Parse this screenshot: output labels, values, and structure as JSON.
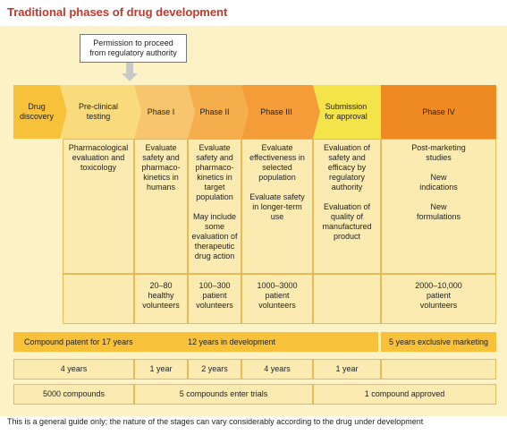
{
  "title": "Traditional phases of drug development",
  "permission": "Permission to proceed\nfrom regulatory authority",
  "stages": [
    {
      "label": "Drug\ndiscovery",
      "color": "#f7c13a"
    },
    {
      "label": "Pre-clinical\ntesting",
      "color": "#f9db7c"
    },
    {
      "label": "Phase I",
      "color": "#f8c56f"
    },
    {
      "label": "Phase II",
      "color": "#f6ae4d"
    },
    {
      "label": "Phase III",
      "color": "#f39c38"
    },
    {
      "label": "Submission\nfor approval",
      "color": "#f5e34a"
    },
    {
      "label": "Phase IV",
      "color": "#ef8a22"
    }
  ],
  "descriptions": [
    "Pharmacological\nevaluation and\ntoxicology",
    "Evaluate\nsafety and\npharmaco-\nkinetics in\nhumans",
    "Evaluate\nsafety and\npharmaco-\nkinetics in\ntarget\npopulation\n\nMay include\nsome\nevaluation of\ntherapeutic\ndrug action",
    "Evaluate\neffectiveness in\nselected\npopulation\n\nEvaluate safety\nin longer-term\nuse",
    "Evaluation of\nsafety and\nefficacy by\nregulatory\nauthority\n\nEvaluation of\nquality of\nmanufactured\nproduct",
    "Post-marketing\nstudies\n\nNew\nindications\n\nNew\nformulations"
  ],
  "volunteers": [
    "20–80\nhealthy\nvolunteers",
    "100–300\npatient\nvolunteers",
    "1000–3000\npatient\nvolunteers",
    "2000–10,000\npatient\nvolunteers"
  ],
  "bars": {
    "patent": "Compound patent for 17 years",
    "development": "12 years in development",
    "marketing": "5 years exclusive marketing"
  },
  "durations": [
    "4 years",
    "1 year",
    "2 years",
    "4 years",
    "1 year"
  ],
  "compounds": [
    "5000 compounds",
    "5 compounds enter trials",
    "1 compound approved"
  ],
  "footnote": "This is a general guide only; the nature of the stages can vary considerably according to the drug under development"
}
